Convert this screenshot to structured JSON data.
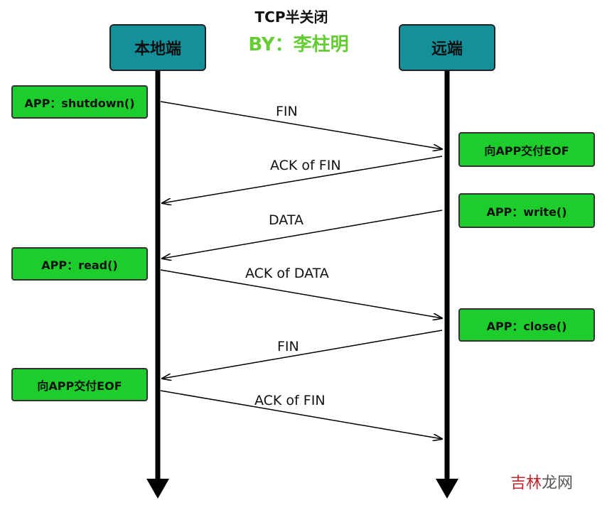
{
  "title": "TCP半关闭",
  "byline": "BY：李柱明",
  "endpoints": {
    "local": "本地端",
    "remote": "远端"
  },
  "local_notes": [
    "APP：shutdown()",
    "APP：read()",
    "向APP交付EOF"
  ],
  "remote_notes": [
    "向APP交付EOF",
    "APP：write()",
    "APP：close()"
  ],
  "messages": [
    {
      "label": "FIN",
      "from": "local",
      "to": "remote"
    },
    {
      "label": "ACK of FIN",
      "from": "remote",
      "to": "local"
    },
    {
      "label": "DATA",
      "from": "remote",
      "to": "local"
    },
    {
      "label": "ACK of DATA",
      "from": "local",
      "to": "remote"
    },
    {
      "label": "FIN",
      "from": "remote",
      "to": "local"
    },
    {
      "label": "ACK of FIN",
      "from": "local",
      "to": "remote"
    }
  ],
  "watermark": {
    "part1": "吉林",
    "part2": "龙网"
  },
  "colors": {
    "endpoint_fill": "#14909a",
    "note_fill": "#1ccd2b",
    "byline": "#66cc33",
    "line": "#000000"
  }
}
